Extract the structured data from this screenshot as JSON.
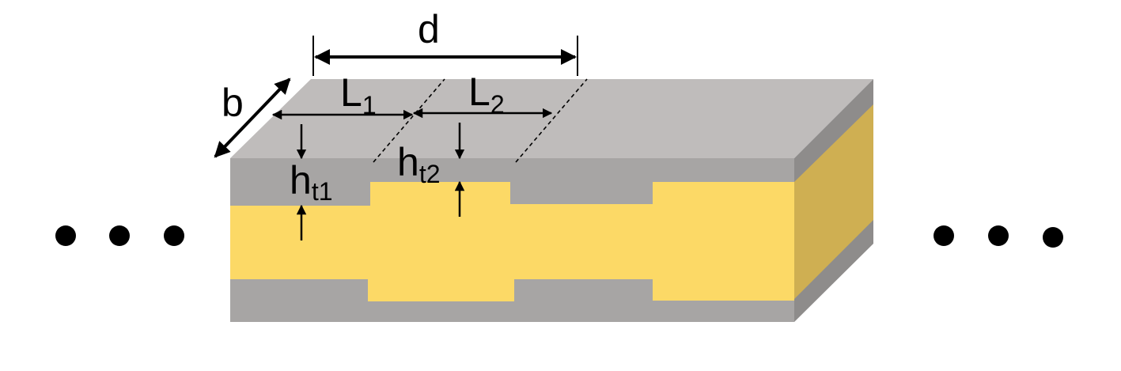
{
  "labels": {
    "d": "d",
    "b": "b",
    "L1": {
      "main": "L",
      "sub": "1"
    },
    "L2": {
      "main": "L",
      "sub": "2"
    },
    "ht1": {
      "main": "h",
      "sub": "t1"
    },
    "ht2": {
      "main": "h",
      "sub": "t2"
    }
  },
  "colors": {
    "top_face": "#bfbcbb",
    "front_grey": "#a7a5a4",
    "side_grey": "#8e8c8b",
    "front_gold": "#fcd966",
    "side_gold": "#cfaf52",
    "line": "#000000"
  },
  "ellipsis_icon": "three-dots"
}
